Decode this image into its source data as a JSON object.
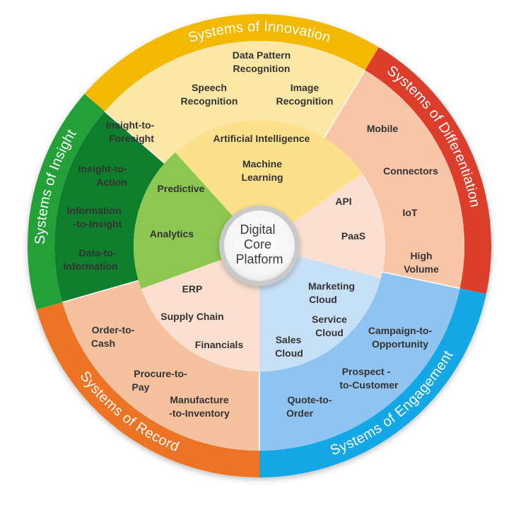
{
  "core": {
    "lines": [
      "Digital",
      "Core",
      "Platform"
    ]
  },
  "systems": [
    {
      "id": "innovation",
      "label": "Systems of Innovation",
      "outer_color": "#f3b800",
      "mid_color": "#fde7a6",
      "inner_color": "#fce08a",
      "outer_items": [
        [
          "Data Pattern",
          "Recognition"
        ],
        [
          "Speech",
          "Recognition"
        ],
        [
          "Image",
          "Recognition"
        ]
      ],
      "inner_items": [
        [
          "Artificial Intelligence"
        ],
        [
          "Machine",
          "Learning"
        ]
      ]
    },
    {
      "id": "differentiation",
      "label": "Systems of Differentiation",
      "outer_color": "#dd3d2b",
      "mid_color": "#f8c6a6",
      "inner_color": "#fbe0d2",
      "outer_items": [
        [
          "Mobile"
        ],
        [
          "Connectors"
        ],
        [
          "IoT"
        ],
        [
          "High",
          "Volume"
        ]
      ],
      "inner_items": [
        [
          "API"
        ],
        [
          "PaaS"
        ]
      ]
    },
    {
      "id": "engagement",
      "label": "Systems of Engagement",
      "outer_color": "#14a7e6",
      "mid_color": "#8fc3f0",
      "inner_color": "#c6e0f8",
      "outer_items": [
        [
          "Campaign-to-",
          "Opportunity"
        ],
        [
          "Prospect -",
          "to-Customer"
        ],
        [
          "Quote-to-",
          "Order"
        ]
      ],
      "inner_items": [
        [
          "Marketing",
          "Cloud"
        ],
        [
          "Service",
          "Cloud"
        ],
        [
          "Sales",
          "Cloud"
        ]
      ]
    },
    {
      "id": "record",
      "label": "Systems of Record",
      "outer_color": "#ec7424",
      "mid_color": "#f6c19e",
      "inner_color": "#fbe0cf",
      "outer_items": [
        [
          "Order-to-",
          "Cash"
        ],
        [
          "Procure-to-",
          "Pay"
        ],
        [
          "Manufacture",
          "-to-Inventory"
        ]
      ],
      "inner_items": [
        [
          "ERP"
        ],
        [
          "Supply Chain"
        ],
        [
          "Financials"
        ]
      ]
    },
    {
      "id": "insight",
      "label": "Systems of Insight",
      "outer_color": "#23a138",
      "mid_color": "#0f7f2e",
      "inner_color": "#8bc751",
      "outer_items": [
        [
          "Insight-to-",
          "Foresight"
        ],
        [
          "Insight-to-",
          "Action"
        ],
        [
          "Information",
          "-to-Insight"
        ],
        [
          "Data-to-",
          "Information"
        ]
      ],
      "inner_items": [
        [
          "Predictive"
        ],
        [
          "Analytics"
        ]
      ]
    }
  ]
}
